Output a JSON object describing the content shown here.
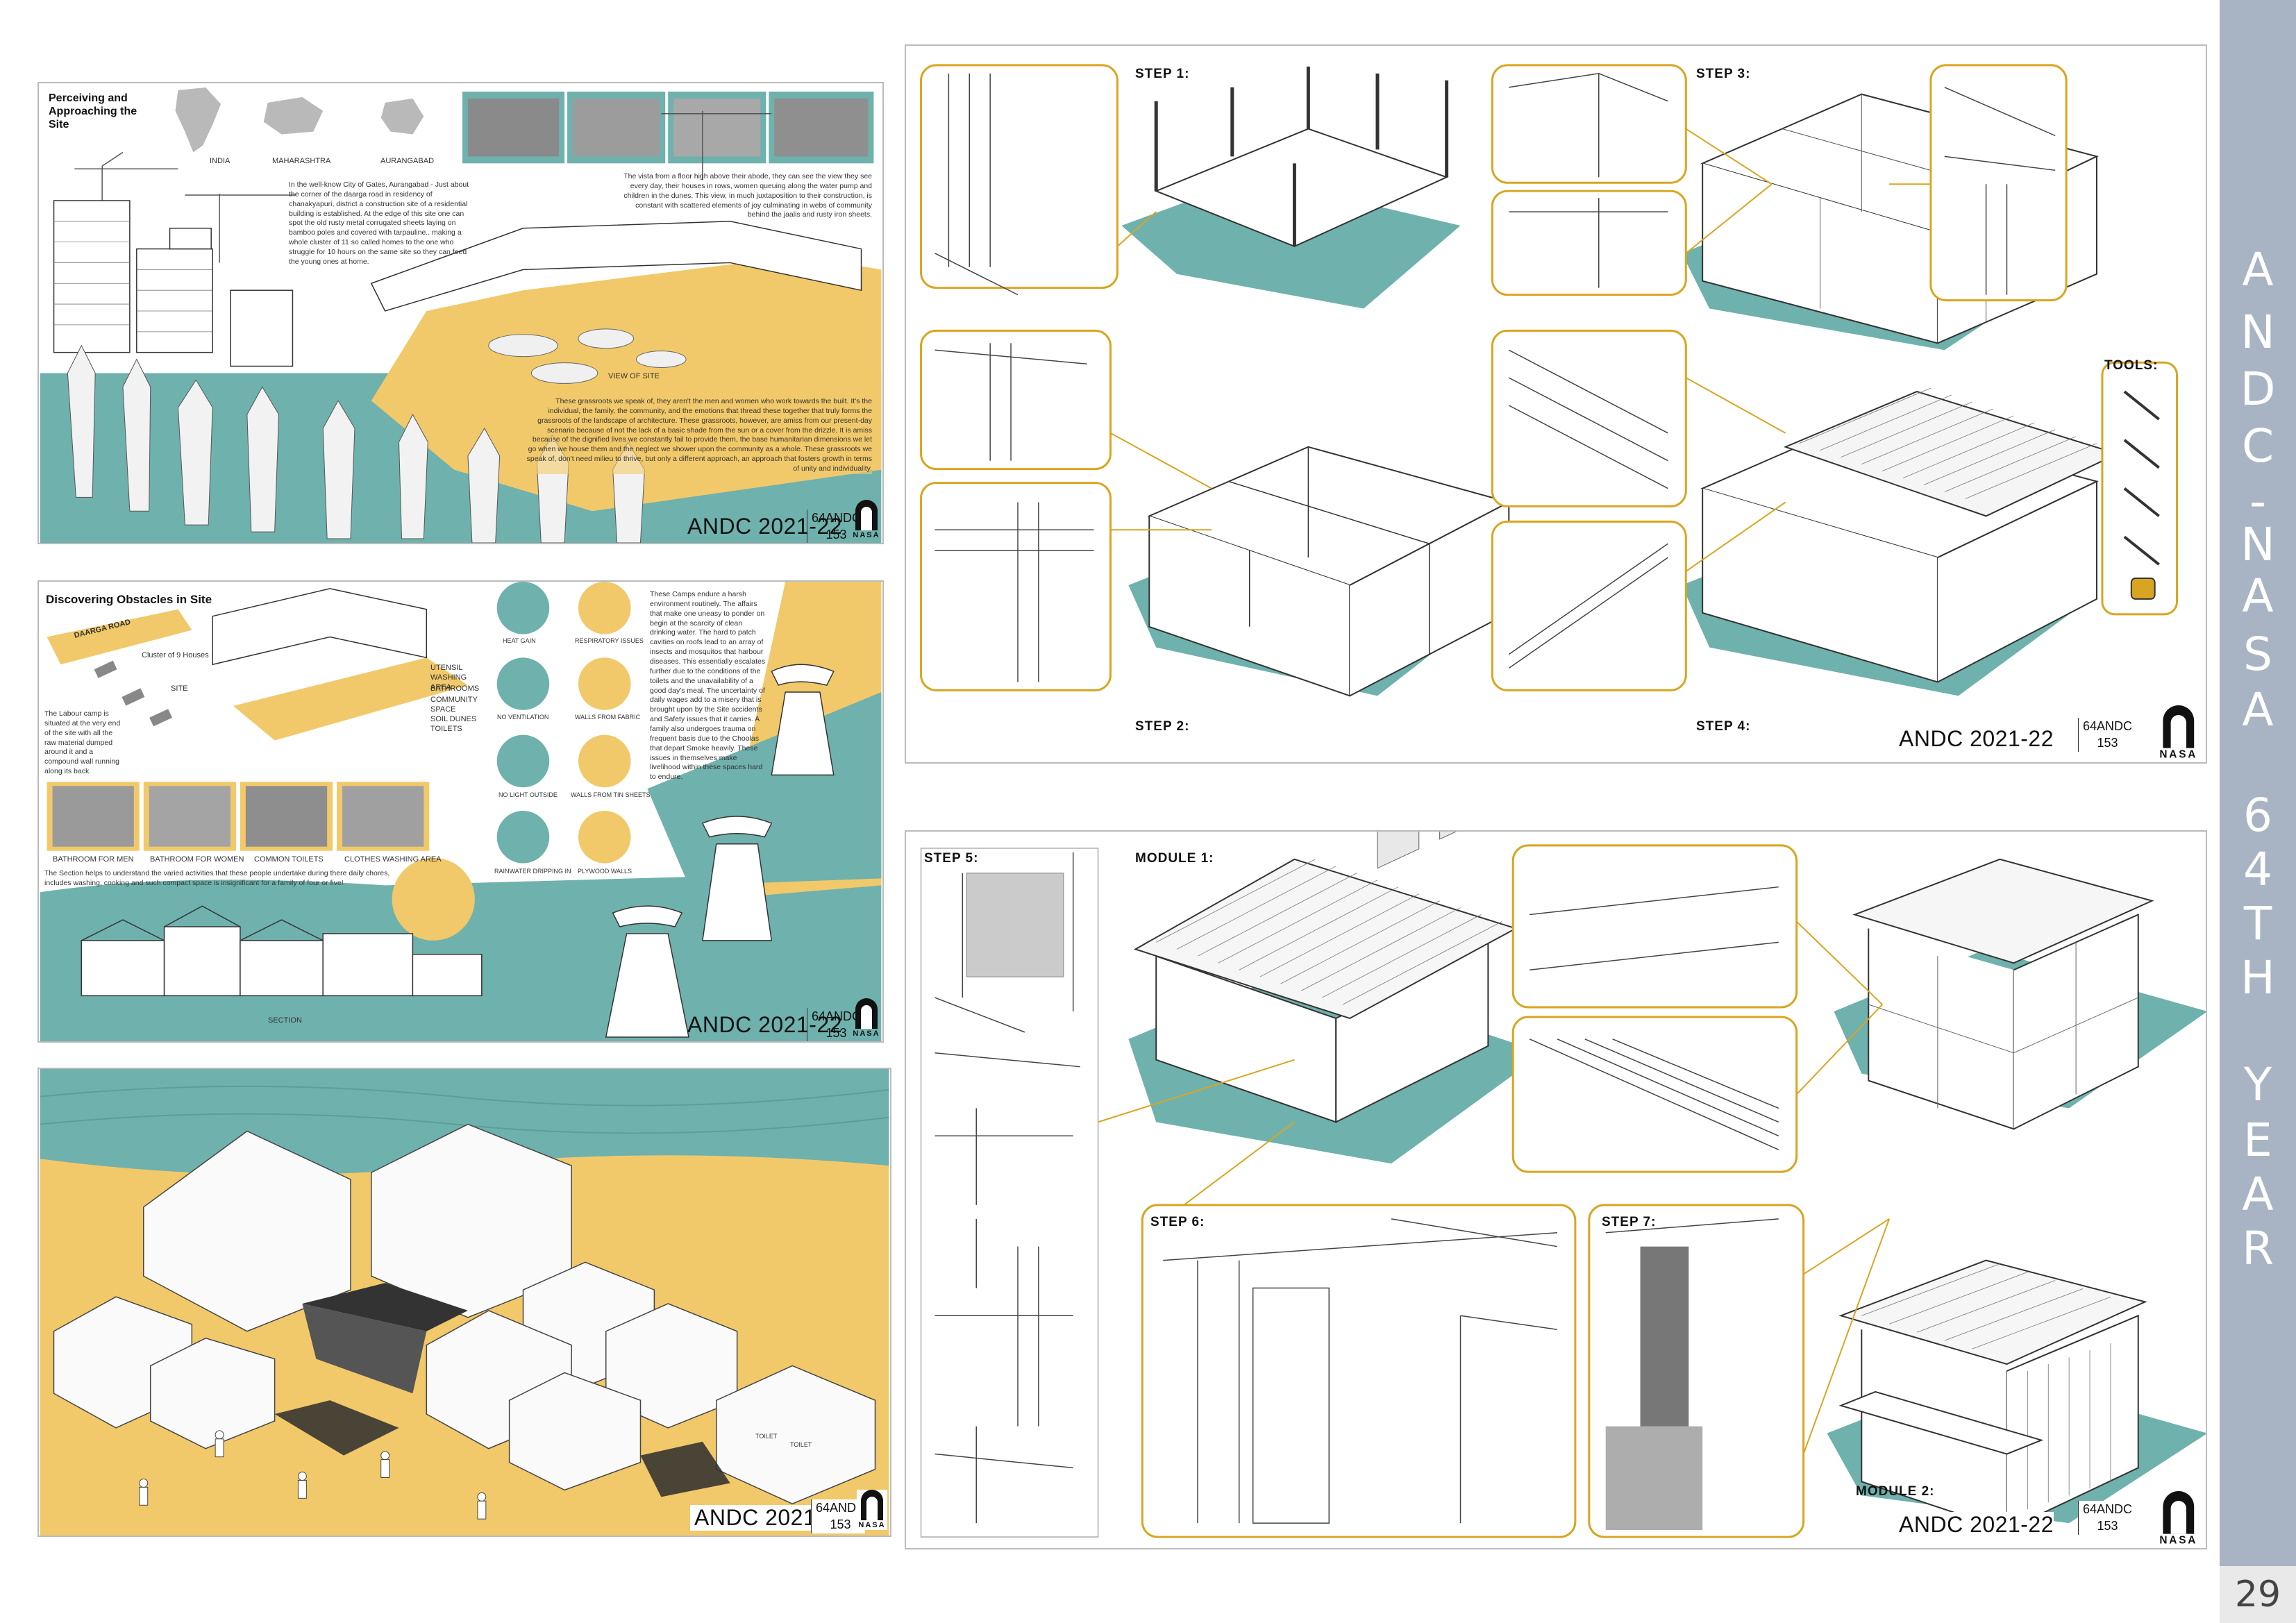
{
  "sheet_tl": {
    "title": "Perceiving and Approaching the Site",
    "map_labels": [
      "INDIA",
      "MAHARASHTRA",
      "AURANGABAD"
    ],
    "intro_text": "In the well-know City of Gates, Aurangabad - Just about the corner of the daarga road in residency of chanakyapuri, district a construction site of a residential building is established. At the edge of this site one can spot the old rusty metal corrugated sheets laying on bamboo poles and covered with tarpauline.. making a whole cluster of 11 so called homes to the one who struggle for 10 hours on the same site so they can feed the young ones at home.",
    "vista_text": "The vista from a floor high above their abode, they can see the view they see every day, their houses in rows, women queuing along the water pump and children in the dunes. This view, in much juxtaposition to their construction, is constant with scattered elements of joy culminating in webs of community behind the jaalis and rusty iron sheets.",
    "view_label": "VIEW OF SITE",
    "grassroots_text": "These grassroots we speak of, they aren't the men and women who work towards the built. It's the individual, the family, the community, and the emotions that thread these together that truly forms the grassroots of the landscape of architecture. These grassroots, however, are amiss from our present-day scenario because of not the lack of a basic shade from the sun or a cover from the drizzle. It is amiss because of the dignified lives we constantly fail to provide them, the base humanitarian dimensions we let go when we house them and the neglect we shower upon the community as a whole. These grassroots we speak of, don't need milieu to thrive, but only a different approach, an approach that fosters growth in terms of unity and individuality.",
    "footer": "ANDC 2021-22",
    "code": [
      "64ANDC",
      "153"
    ],
    "logo_text": "NASA"
  },
  "sheet_ml": {
    "title": "Discovering Obstacles in Site",
    "road_label": "DAARGA ROAD",
    "cluster_label": "Cluster of 9 Houses",
    "site_label": "SITE",
    "labour_text": "The Labour camp is situated at the very end of the site with all the raw material dumped around it and a compound wall running along its back.",
    "legend": [
      "UTENSIL WASHING AREA",
      "BATHROOMS",
      "COMMUNITY SPACE",
      "SOIL DUNES",
      "TOILETS"
    ],
    "photo_labels": [
      "BATHROOM FOR MEN",
      "BATHROOM FOR WOMEN",
      "COMMON TOILETS",
      "CLOTHES WASHING AREA"
    ],
    "issues": [
      "HEAT GAIN",
      "RESPIRATORY ISSUES",
      "NO VENTILATION",
      "WALLS FROM FABRIC",
      "NO LIGHT OUTSIDE",
      "WALLS FROM TIN SHEETS",
      "RAINWATER DRIPPING IN",
      "PLYWOOD WALLS"
    ],
    "camp_text": "These Camps endure a harsh environment routinely. The affairs that make one uneasy to ponder on begin at the scarcity of clean drinking water. The hard to patch cavities on roofs lead to an array of insects and mosquitos that harbour diseases. This essentially escalates further due to the conditions of the toilets and the unavailability of a good day's meal. The uncertainty of daily wages add to a misery that is brought upon by the Site accidents and Safety issues that it carries. A family also undergoes trauma on frequent basis due to the Choolas that depart Smoke heavily. These issues in themselves make livelihood within these spaces hard to endure.",
    "section_text": "The Section helps to understand the varied activities that these people undertake during there daily chores, includes washing, cooking and such compact space is insignificant for a family of four or five!",
    "section_label": "SECTION",
    "footer": "ANDC 2021-22",
    "code": [
      "64ANDC",
      "153"
    ],
    "logo_text": "NASA"
  },
  "sheet_bl": {
    "toilet_labels": [
      "TOILET",
      "TOILET"
    ],
    "footer": "ANDC 2021-22",
    "code": [
      "64ANDC",
      "153"
    ],
    "logo_text": "NASA"
  },
  "sheet_tr": {
    "steps": [
      "STEP 1:",
      "STEP 2:",
      "STEP 3:",
      "STEP 4:"
    ],
    "tools_label": "TOOLS:",
    "footer": "ANDC 2021-22",
    "code": [
      "64ANDC",
      "153"
    ],
    "logo_text": "NASA"
  },
  "sheet_br": {
    "steps": [
      "STEP 5:",
      "MODULE 1:",
      "STEP 6:",
      "STEP 7:",
      "MODULE 2:"
    ],
    "footer": "ANDC 2021-22",
    "code": [
      "64ANDC",
      "153"
    ],
    "logo_text": "NASA"
  },
  "strip_letters": [
    "A",
    "N",
    "D",
    "C",
    "-",
    "N",
    "A",
    "S",
    "A",
    "6",
    "4",
    "T",
    "H",
    "Y",
    "E",
    "A",
    "R"
  ],
  "page_number": "29",
  "colors": {
    "teal": "#6fb1ad",
    "mustard": "#f1c96a",
    "gold_outline": "#d9a521",
    "strip": "#a8b4c4"
  }
}
